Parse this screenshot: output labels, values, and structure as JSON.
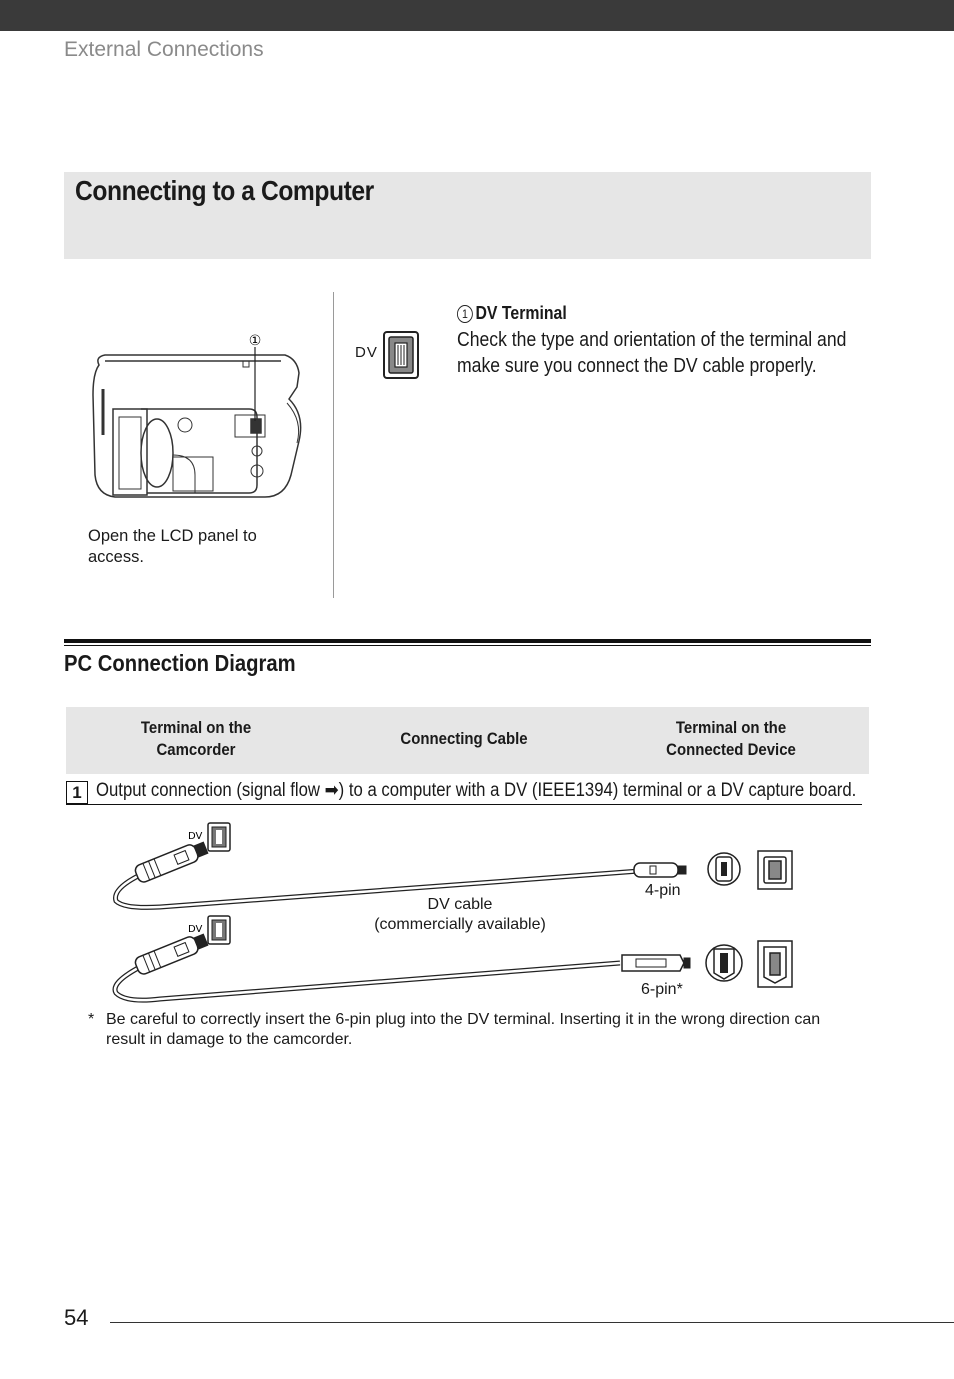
{
  "header": {
    "section": "External Connections"
  },
  "title": "Connecting to a Computer",
  "camera_panel": {
    "callout_marker": "①",
    "lcd_note": "Open the LCD panel to access.",
    "dv_label": "DV"
  },
  "terminal_info": {
    "marker": "1",
    "name": "DV Terminal",
    "description": "Check the type and orientation of the terminal and make sure you connect the DV cable properly."
  },
  "pc_diagram": {
    "title": "PC Connection Diagram",
    "headers": {
      "camcorder": "Terminal on the Camcorder",
      "cable": "Connecting Cable",
      "device": "Terminal on the Connected Device"
    },
    "row": {
      "number": "1",
      "text_before": "Output connection (signal flow ",
      "arrow": "➡",
      "text_after": ") to a computer with a DV (IEEE1394) terminal or a DV capture board."
    },
    "dv_port_label": "DV",
    "cable_label_line1": "DV cable",
    "cable_label_line2": "(commercially  available)",
    "pin4_label": "4-pin",
    "pin6_label": "6-pin*"
  },
  "footnote": {
    "marker": "*",
    "text": "Be careful to correctly insert the 6-pin plug into the DV terminal. Inserting it in the wrong direction can result in damage to the camcorder."
  },
  "page_number": "54"
}
